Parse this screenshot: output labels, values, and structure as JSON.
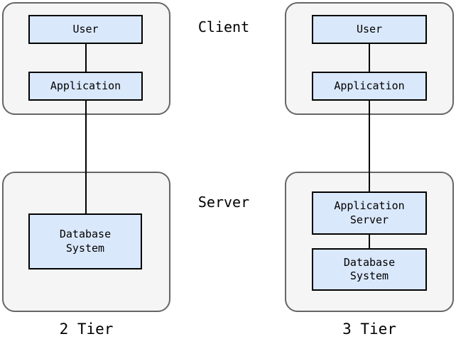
{
  "colors": {
    "background": "#ffffff",
    "container_fill": "#f5f5f5",
    "container_border": "#666666",
    "box_fill": "#dae8fc",
    "box_border": "#000000",
    "connector": "#000000",
    "text": "#000000"
  },
  "labels": {
    "client": "Client",
    "server": "Server"
  },
  "two_tier": {
    "caption": "2 Tier",
    "client_boxes": [
      {
        "label": "User"
      },
      {
        "label": "Application"
      }
    ],
    "server_boxes": [
      {
        "label": "Database\nSystem"
      }
    ]
  },
  "three_tier": {
    "caption": "3 Tier",
    "client_boxes": [
      {
        "label": "User"
      },
      {
        "label": "Application"
      }
    ],
    "server_boxes": [
      {
        "label": "Application\nServer"
      },
      {
        "label": "Database\nSystem"
      }
    ]
  }
}
